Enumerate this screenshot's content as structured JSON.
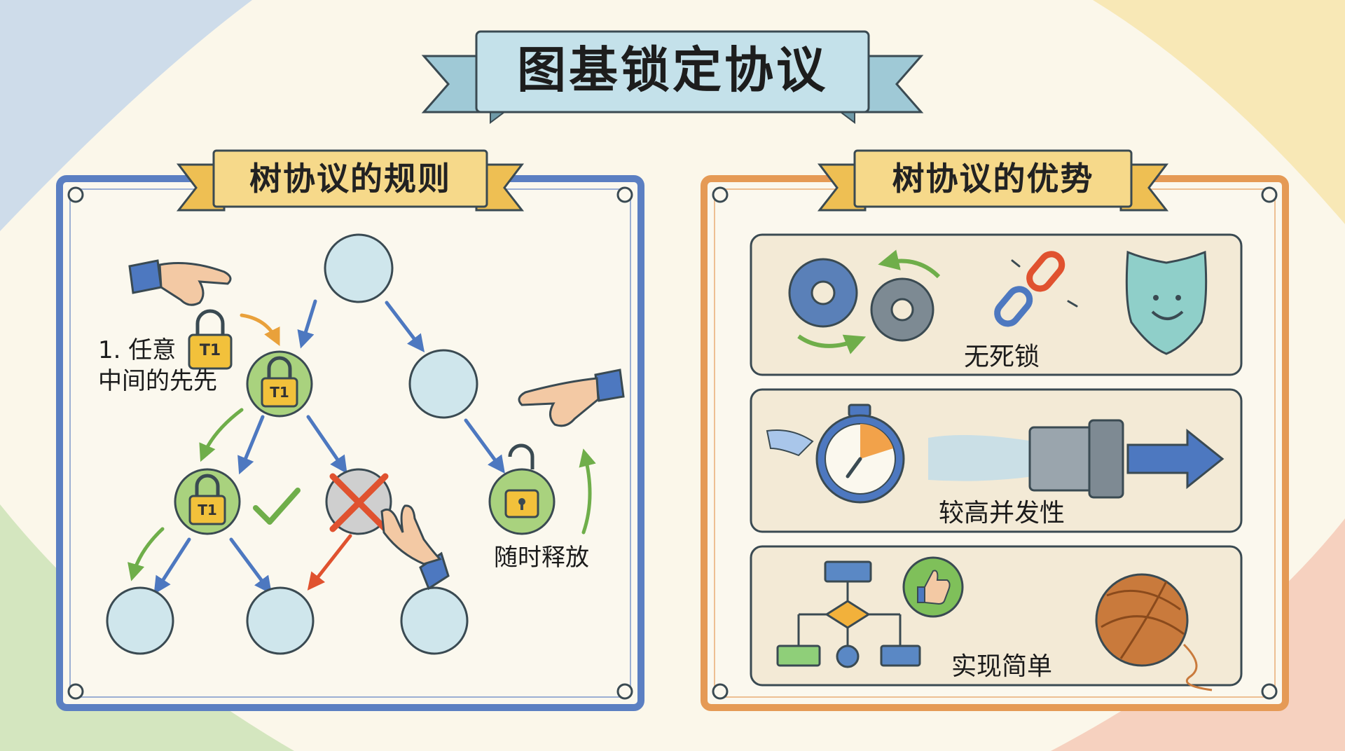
{
  "title": "图基锁定协议",
  "left_panel": {
    "title": "树协议的规则",
    "note_line1": "1. 任意",
    "note_line2": "中间的先先",
    "lock_tag": "T1",
    "release_label": "随时释放"
  },
  "right_panel": {
    "title": "树协议的优势",
    "advantages": [
      {
        "label": "无死锁",
        "icons": [
          "gears-icon",
          "broken-chain-icon",
          "shield-smile-icon"
        ]
      },
      {
        "label": "较高并发性",
        "icons": [
          "stopwatch-icon",
          "pipe-flow-icon",
          "arrow-icon"
        ]
      },
      {
        "label": "实现简单",
        "icons": [
          "flowchart-icon",
          "thumbs-up-icon",
          "yarn-ball-icon"
        ]
      }
    ]
  },
  "colors": {
    "blue_frame": "#5b7fc2",
    "orange_frame": "#e59a55",
    "node_fill": "#cfe6ec",
    "lock_node_fill": "#a9d27e",
    "banner_blue": "#b9dbe5",
    "banner_yellow": "#f6d98a",
    "arrow_blue": "#4d78c0",
    "arrow_green": "#6fae4a",
    "arrow_red": "#e0522f"
  }
}
